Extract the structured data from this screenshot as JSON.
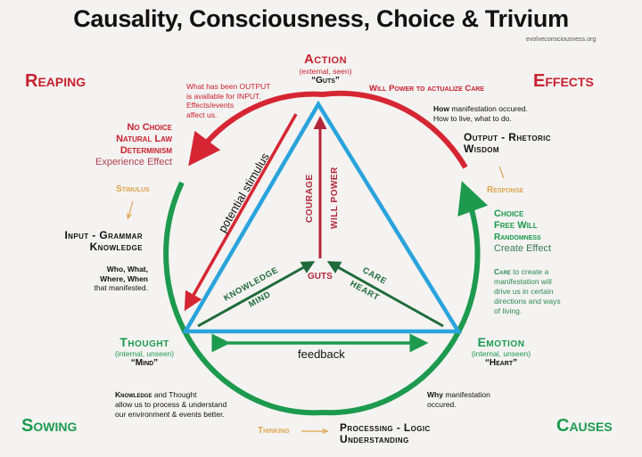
{
  "header": {
    "title": "Causality, Consciousness, Choice & Trivium",
    "site": "evolveconsciousness.org"
  },
  "corners": {
    "reaping": "Reaping",
    "effects": "Effects",
    "sowing": "Sowing",
    "causes": "Causes"
  },
  "nodes": {
    "action": {
      "title": "Action",
      "sub": "(external, seen)",
      "nick": "“Guts”"
    },
    "thought": {
      "title": "Thought",
      "sub": "(internal, unseen)",
      "nick": "“Mind”"
    },
    "emotion": {
      "title": "Emotion",
      "sub": "(internal, unseen)",
      "nick": "“Heart”"
    }
  },
  "notes": {
    "output_input": [
      "What has been OUTPUT",
      "is available for INPUT.",
      "Effects/events",
      "affect us."
    ],
    "will_power_care": "Will Power to actualize Care",
    "how": {
      "bold": "How",
      "rest": " manifestation occured.",
      "line2": "How to live, what to do."
    },
    "output_rhetoric": [
      "Output - Rhetoric",
      "Wisdom"
    ],
    "no_choice": [
      "No Choice",
      "Natural Law",
      "Determinism"
    ],
    "experience_effect": "Experience Effect",
    "stimulus": "Stimulus",
    "input_grammar": [
      "Input - Grammar",
      "Knowledge"
    ],
    "who_what": [
      "Who, What,",
      "Where, When"
    ],
    "that_manifested": "that manifested.",
    "response": "Response",
    "choice": [
      "Choice",
      "Free Will",
      "Randomness"
    ],
    "create_effect": "Create Effect",
    "care_to_create": {
      "bold": "Care",
      "rest": " to create a",
      "lines": [
        "manifestation will",
        "drive us in certain",
        "directions and ways",
        "of living."
      ]
    },
    "knowledge_thought": {
      "bold": "Knowledge",
      "rest": " and Thought",
      "lines": [
        "allow us to process & understand",
        "our environment & events better."
      ]
    },
    "why": {
      "bold": "Why",
      "rest": " manifestation",
      "line2": "occured."
    },
    "thinking": "Thinking",
    "processing_logic": [
      "Processing - Logic",
      "Understanding"
    ]
  },
  "inner_labels": {
    "potential_stimulus": "potential stimulus",
    "courage": "COURAGE",
    "will_power": "WILL POWER",
    "guts": "GUTS",
    "knowledge": "KNOWLEDGE",
    "mind": "MIND",
    "care": "CARE",
    "heart": "HEART",
    "feedback": "feedback"
  },
  "colors": {
    "red": "#d62633",
    "green": "#1d9a4e",
    "dark_green": "#1f6b3a",
    "blue": "#2aa3dc",
    "dark_red": "#b3253a",
    "orange": "#e0a450"
  }
}
